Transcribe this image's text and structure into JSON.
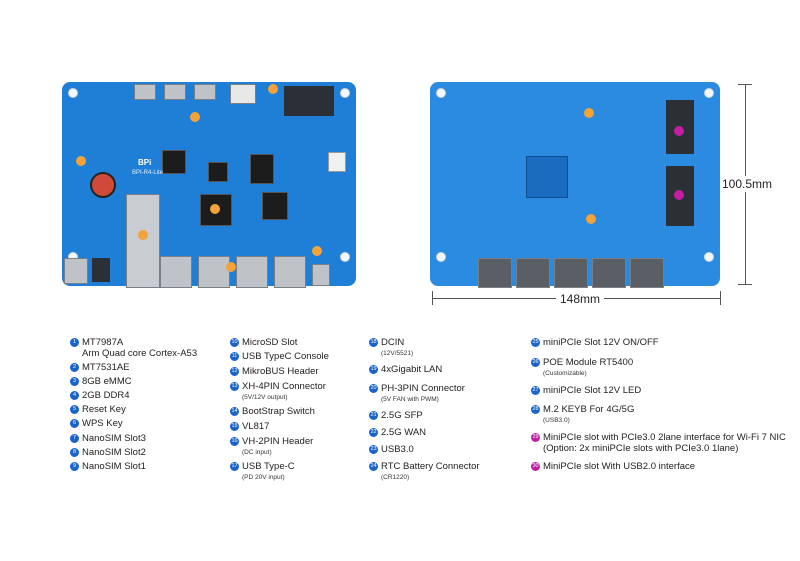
{
  "dimensions": {
    "height": "100.5mm",
    "width": "148mm"
  },
  "legend": [
    {
      "n": "1",
      "label": "MT7987A",
      "line2": "Arm Quad core Cortex-A53",
      "sub": ""
    },
    {
      "n": "2",
      "label": "MT7531AE",
      "sub": ""
    },
    {
      "n": "3",
      "label": "8GB eMMC",
      "sub": ""
    },
    {
      "n": "4",
      "label": "2GB DDR4",
      "sub": ""
    },
    {
      "n": "5",
      "label": "Reset Key",
      "sub": ""
    },
    {
      "n": "6",
      "label": "WPS Key",
      "sub": ""
    },
    {
      "n": "7",
      "label": "NanoSIM Slot3",
      "sub": ""
    },
    {
      "n": "8",
      "label": "NanoSIM Slot2",
      "sub": ""
    },
    {
      "n": "9",
      "label": "NanoSIM Slot1",
      "sub": ""
    },
    {
      "n": "10",
      "label": "MicroSD Slot",
      "sub": ""
    },
    {
      "n": "11",
      "label": "USB TypeC Console",
      "sub": ""
    },
    {
      "n": "12",
      "label": "MikroBUS Header",
      "sub": ""
    },
    {
      "n": "13",
      "label": "XH-4PIN Connector",
      "sub": "(5V/12V output)"
    },
    {
      "n": "14",
      "label": "BootStrap Switch",
      "sub": ""
    },
    {
      "n": "15",
      "label": "VL817",
      "sub": ""
    },
    {
      "n": "16",
      "label": "VH-2PIN Header",
      "sub": "(DC input)"
    },
    {
      "n": "17",
      "label": "USB Type-C",
      "sub": "(PD 20V input)"
    },
    {
      "n": "18",
      "label": "DCIN",
      "sub": "(12V/5521)"
    },
    {
      "n": "19",
      "label": "4xGigabit LAN",
      "sub": ""
    },
    {
      "n": "20",
      "label": "PH-3PIN Connector",
      "sub": "(5V FAN with PWM)"
    },
    {
      "n": "21",
      "label": "2.5G SFP",
      "sub": ""
    },
    {
      "n": "22",
      "label": "2.5G WAN",
      "sub": ""
    },
    {
      "n": "23",
      "label": "USB3.0",
      "sub": ""
    },
    {
      "n": "24",
      "label": "RTC Battery Connector",
      "sub": "(CR1220)"
    },
    {
      "n": "25",
      "label": "miniPCIe Slot 12V ON/OFF",
      "sub": ""
    },
    {
      "n": "26",
      "label": "POE Module RT5400",
      "sub": "(Customizable)"
    },
    {
      "n": "27",
      "label": "miniPCIe Slot 12V LED",
      "sub": ""
    },
    {
      "n": "28",
      "label": "M.2 KEYB For 4G/5G",
      "sub": "(USB3.0)"
    },
    {
      "n": "29",
      "label": "MiniPCIe slot with PCIe3.0 2lane interface for Wi-Fi 7 NIC",
      "line2": "(Option: 2x miniPCIe slots with PCIe3.0 1lane)",
      "sub": "",
      "pink": true
    },
    {
      "n": "30",
      "label": "MiniPCIe slot With USB2.0 interface",
      "sub": "",
      "pink": true
    }
  ],
  "board": {
    "silk": "BPI-R4-Lite",
    "logo": "BPi"
  },
  "colors": {
    "pcb": "#1f7fd6",
    "badge": "#1a63c9",
    "badge_pink": "#c21fa0",
    "tag": "#f4a23a"
  }
}
